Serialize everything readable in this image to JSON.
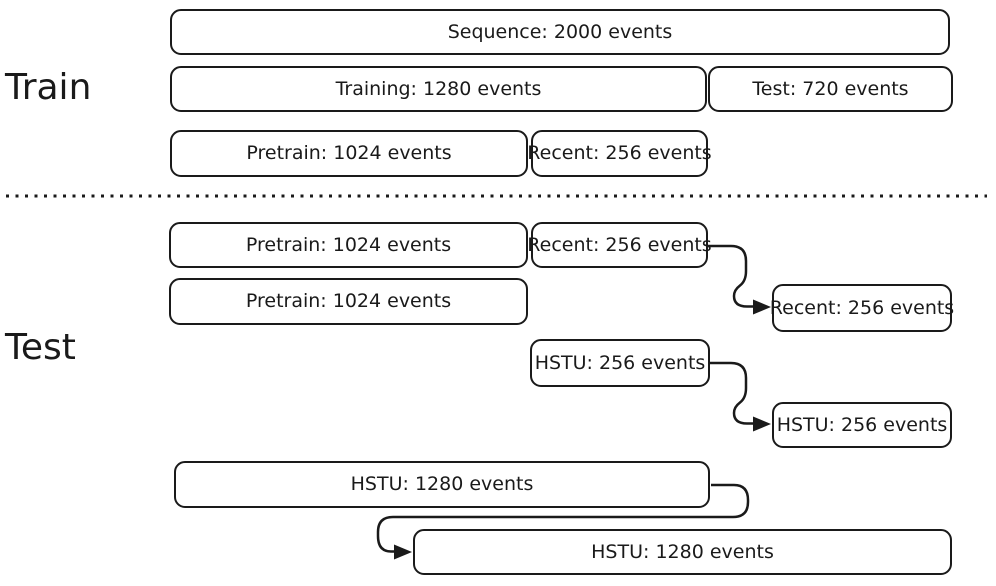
{
  "section_labels": {
    "train": "Train",
    "test": "Test"
  },
  "train_section": {
    "sequence": "Sequence: 2000 events",
    "training_split": "Training: 1280 events",
    "test_split": "Test: 720 events",
    "pretrain": "Pretrain: 1024 events",
    "recent": "Recent: 256 events"
  },
  "test_section": {
    "pretrain_row1": "Pretrain: 1024 events",
    "recent_source": "Recent: 256 events",
    "pretrain_row2": "Pretrain: 1024 events",
    "recent_target": "Recent: 256 events",
    "hstu_256_source": "HSTU: 256 events",
    "hstu_256_target": "HSTU: 256 events",
    "hstu_1280_source": "HSTU: 1280 events",
    "hstu_1280_target": "HSTU: 1280 events"
  },
  "colors": {
    "stroke": "#1a1a1a",
    "background": "#ffffff"
  }
}
